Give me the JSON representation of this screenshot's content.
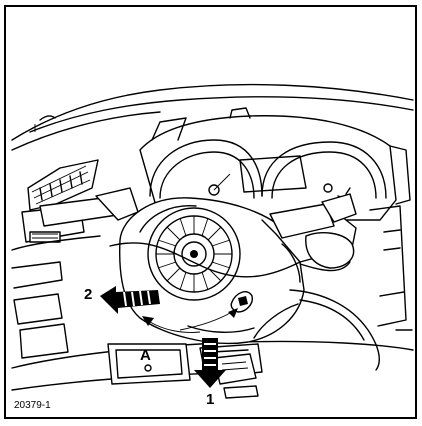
{
  "labels": {
    "callout_1": "1",
    "callout_2": "2",
    "callout_a": "A"
  },
  "figure_number": "20379-1"
}
